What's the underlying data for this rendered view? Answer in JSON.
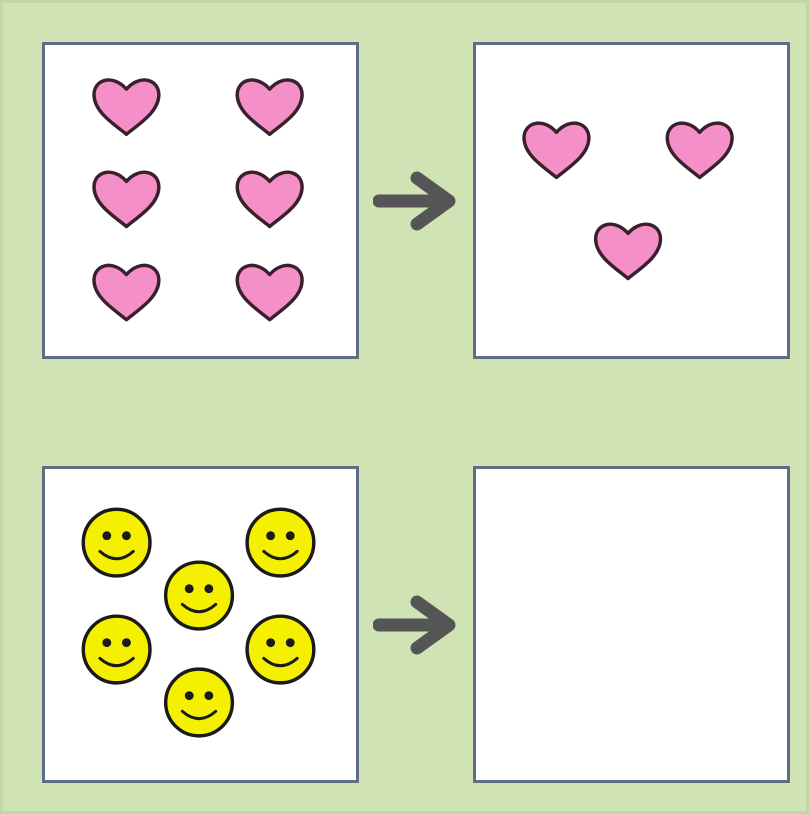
{
  "colors": {
    "background": "#cfe3b4",
    "panel_fill": "#ffffff",
    "panel_border": "#5e6e85",
    "heart_fill": "#f48fc8",
    "heart_stroke": "#3a1f2c",
    "smiley_fill": "#f5f000",
    "smiley_stroke": "#1a1a1a",
    "arrow": "#555555"
  },
  "icons": {
    "heart": "heart-icon",
    "smiley": "smiley-face-icon",
    "arrow": "arrow-right-icon"
  },
  "panels": {
    "top_left": {
      "icon": "heart",
      "count": 6
    },
    "top_right": {
      "icon": "heart",
      "count": 3
    },
    "bottom_left": {
      "icon": "smiley",
      "count": 6
    },
    "bottom_right": {
      "icon": "none",
      "count": 0
    }
  }
}
